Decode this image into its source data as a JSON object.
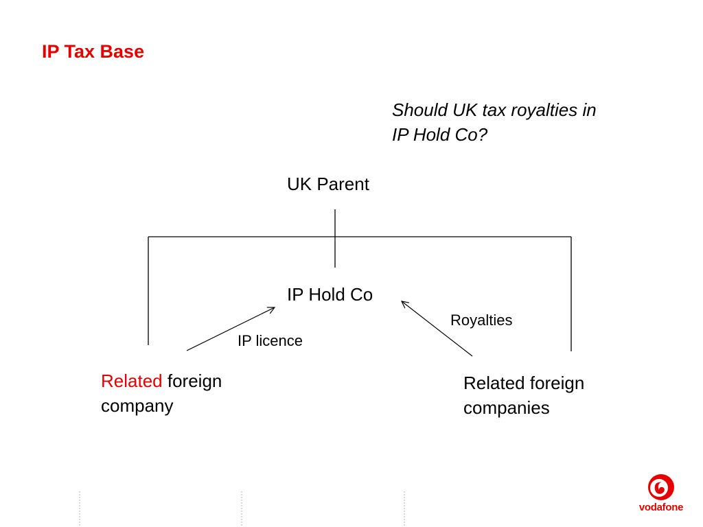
{
  "slide": {
    "title": "IP Tax Base",
    "question": [
      "Should UK tax royalties in",
      "IP Hold Co?"
    ]
  },
  "diagram": {
    "nodes": {
      "uk_parent": "UK Parent",
      "ip_hold_co": "IP Hold Co",
      "related_single": {
        "highlight": "Related",
        "rest": "foreign",
        "line2": "company"
      },
      "related_multi": [
        "Related foreign",
        "companies"
      ]
    },
    "edge_labels": {
      "royalties": "Royalties",
      "ip_licence": "IP licence"
    }
  },
  "logo": {
    "text": "vodafone",
    "color": "#e60000"
  },
  "colors": {
    "accent": "#e60000",
    "text": "#000000"
  }
}
